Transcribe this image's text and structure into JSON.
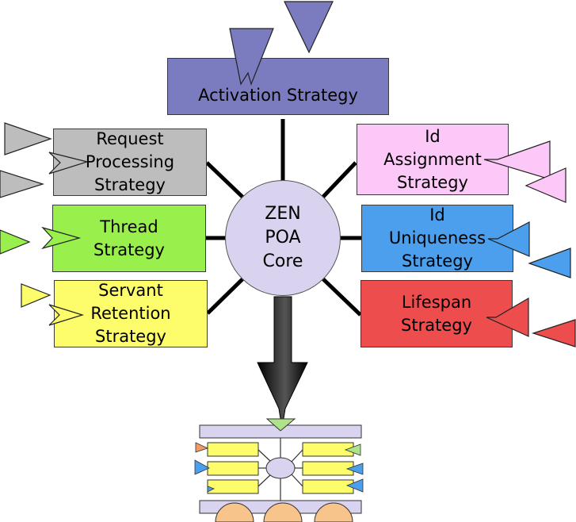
{
  "core": {
    "label": "ZEN\nPOA\nCore",
    "color": "#dad3ef"
  },
  "strategies": {
    "activation": {
      "label": "Activation Strategy",
      "color": "#7b7bc0"
    },
    "request_processing": {
      "label": "Request\nProcessing\nStrategy",
      "color": "#bdbdbd"
    },
    "thread": {
      "label": "Thread\nStrategy",
      "color": "#99ef4c"
    },
    "servant_retention": {
      "label": "Servant\nRetention\nStrategy",
      "color": "#fdfc6a"
    },
    "id_assignment": {
      "label": "Id\nAssignment\nStrategy",
      "color": "#fcc8f8"
    },
    "id_uniqueness": {
      "label": "Id\nUniqueness\nStrategy",
      "color": "#4b9fec"
    },
    "lifespan": {
      "label": "Lifespan\nStrategy",
      "color": "#ee4d4d"
    }
  }
}
